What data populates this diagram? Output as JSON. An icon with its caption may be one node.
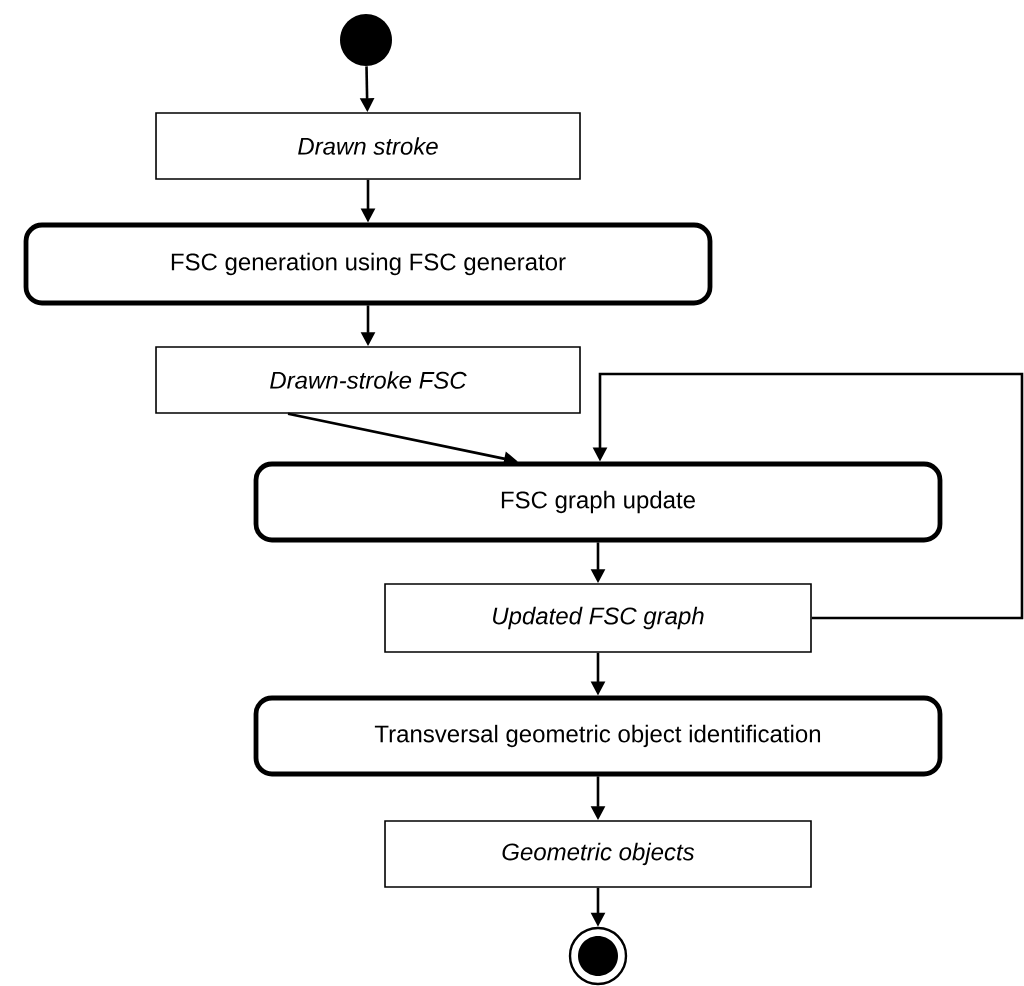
{
  "diagram": {
    "nodes": [
      {
        "text": [],
        "shape": "circle"
      },
      {
        "text": [
          "Drawn stroke"
        ]
      },
      {
        "text": [
          "FSC generation using FSC generator"
        ]
      },
      {
        "text": [
          "Drawn-stroke FSC"
        ]
      },
      {
        "text": [
          "FSC graph update"
        ]
      },
      {
        "text": [
          "Updated FSC graph"
        ]
      },
      {
        "text": [
          "Transversal geometric object identification"
        ]
      },
      {
        "text": [
          "Geometric objects"
        ]
      },
      {
        "text": [],
        "shape": "circle"
      }
    ],
    "edges": [
      {
        "from": 0,
        "to": 1,
        "arrow": "to"
      },
      {
        "from": 1,
        "to": 2,
        "arrow": "to"
      },
      {
        "from": 2,
        "to": 3,
        "arrow": "to"
      },
      {
        "from": 3,
        "to": 4,
        "arrow": "to"
      },
      {
        "from": 4,
        "to": 5,
        "arrow": "to"
      },
      {
        "from": 5,
        "to": 4,
        "arrow": "to"
      },
      {
        "from": 5,
        "to": 6,
        "arrow": "to"
      },
      {
        "from": 6,
        "to": 7,
        "arrow": "to"
      },
      {
        "from": 7,
        "to": 8,
        "arrow": "to"
      }
    ]
  }
}
